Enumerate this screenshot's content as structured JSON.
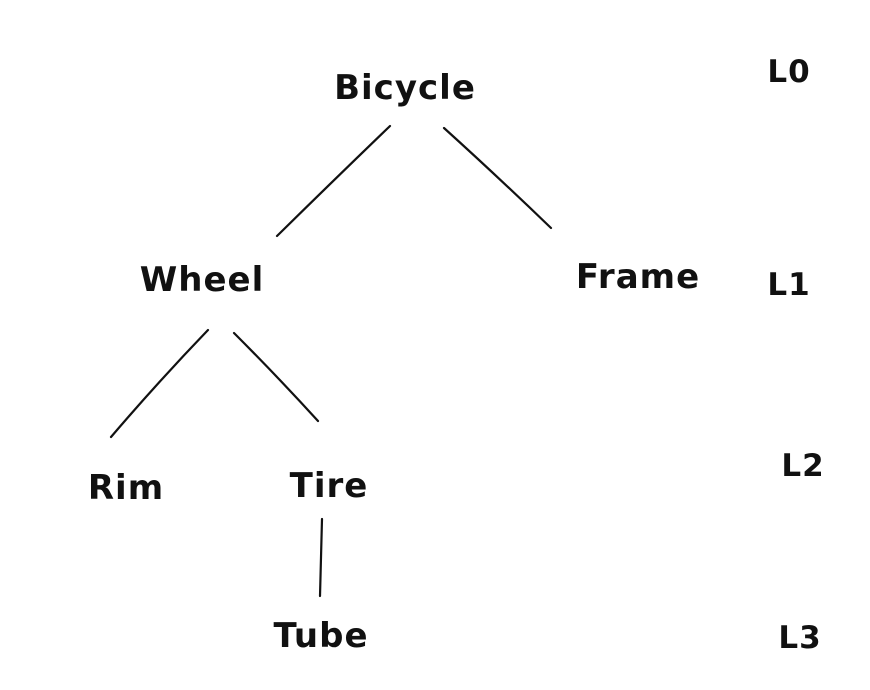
{
  "diagram": {
    "type": "tree",
    "style": "hand-drawn",
    "colors": {
      "ink": "#111111",
      "background": "#ffffff"
    },
    "nodes": {
      "bicycle": {
        "label": "Bicycle",
        "level": "L0"
      },
      "wheel": {
        "label": "Wheel",
        "level": "L1"
      },
      "frame": {
        "label": "Frame",
        "level": "L1"
      },
      "rim": {
        "label": "Rim",
        "level": "L2"
      },
      "tire": {
        "label": "Tire",
        "level": "L2"
      },
      "tube": {
        "label": "Tube",
        "level": "L3"
      }
    },
    "edges": [
      {
        "from": "Bicycle",
        "to": "Wheel"
      },
      {
        "from": "Bicycle",
        "to": "Frame"
      },
      {
        "from": "Wheel",
        "to": "Rim"
      },
      {
        "from": "Wheel",
        "to": "Tire"
      },
      {
        "from": "Tire",
        "to": "Tube"
      }
    ],
    "level_labels": {
      "l0": "L0",
      "l1": "L1",
      "l2": "L2",
      "l3": "L3"
    }
  }
}
